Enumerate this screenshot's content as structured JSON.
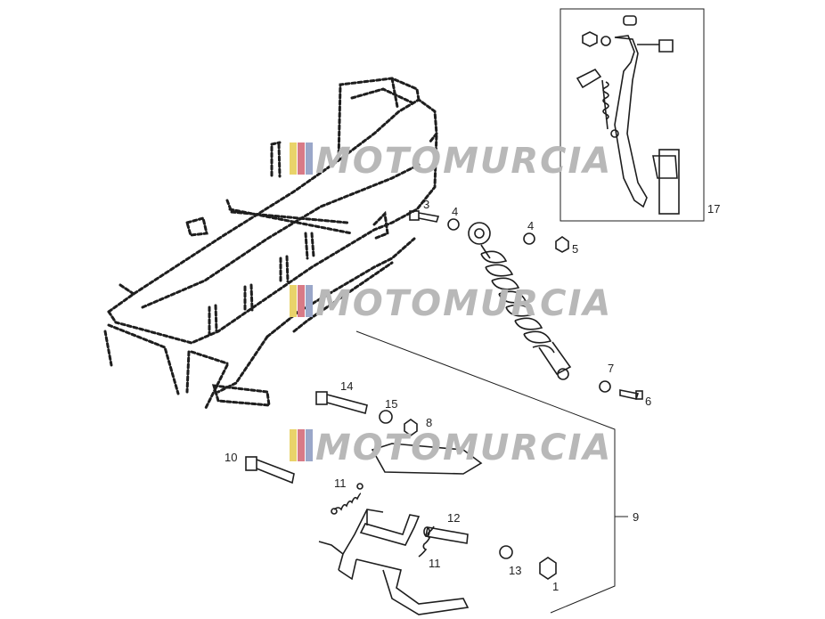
{
  "diagram": {
    "part_labels": {
      "p1": "1",
      "p3": "3",
      "p4a": "4",
      "p4b": "4",
      "p5": "5",
      "p6": "6",
      "p7": "7",
      "p8": "8",
      "p9": "9",
      "p10": "10",
      "p11a": "11",
      "p11b": "11",
      "p12": "12",
      "p13": "13",
      "p14": "14",
      "p15": "15",
      "p17": "17"
    }
  },
  "watermark": {
    "text": "MOTOMURCIA",
    "stripe_colors": [
      "#e9d36a",
      "#d87a86",
      "#9aa7c9"
    ],
    "text_color": "#b8b8b8"
  },
  "colors": {
    "line": "#1e1e1e",
    "background": "#ffffff"
  }
}
